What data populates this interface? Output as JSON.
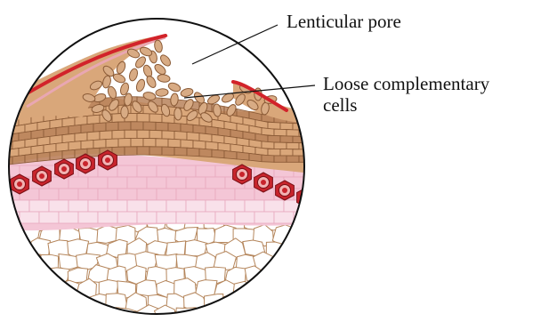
{
  "labels": {
    "lenticular_pore": "Lenticular pore",
    "loose_cells_line1": "Loose complementary",
    "loose_cells_line2": "cells"
  },
  "colors": {
    "outline": "#111111",
    "bark_red": "#d2232a",
    "cork_tan": "#d9a77a",
    "cork_dark": "#b9825a",
    "cell_line": "#8a5a36",
    "pink_layer": "#f4c6d6",
    "pink_light": "#f9e1ea",
    "parenchyma_fill": "#ffffff",
    "parenchyma_line": "#b5865c",
    "loose_cell_fill": "#d8ab84",
    "red_cell_fill": "#c8242c",
    "red_cell_inner": "#f2b2b2"
  }
}
